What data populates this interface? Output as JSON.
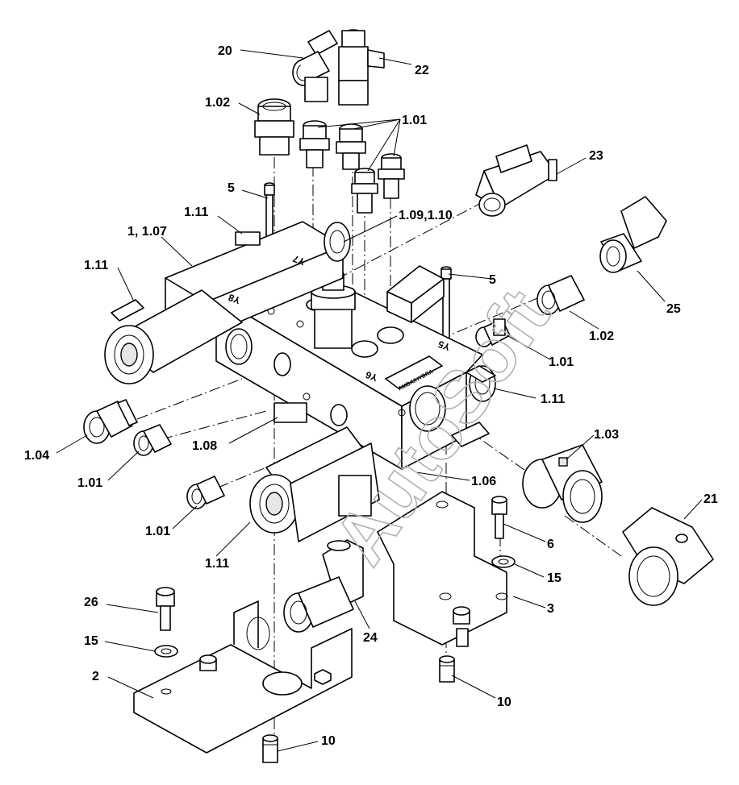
{
  "labels": {
    "l20": "20",
    "l22": "22",
    "l102a": "1.02",
    "l101a": "1.01",
    "l23": "23",
    "l5a": "5",
    "l111a": "1.11",
    "l109": "1.09,1.10",
    "l1": "1, 1.07",
    "l111b": "1.11",
    "l5b": "5",
    "l25": "25",
    "l102b": "1.02",
    "l101b": "1.01",
    "l111c": "1.11",
    "l104": "1.04",
    "l101c": "1.01",
    "l108": "1.08",
    "l103": "1.03",
    "l106": "1.06",
    "l101d": "1.01",
    "l21": "21",
    "l6": "6",
    "l111d": "1.11",
    "l15a": "15",
    "l26": "26",
    "l3": "3",
    "l24": "24",
    "l15b": "15",
    "l2": "2",
    "l10a": "10",
    "l10b": "10"
  },
  "stamps": {
    "y7": "Y7",
    "y8": "Y8",
    "y6": "Y6",
    "y5": "Y5",
    "brand": "AMBA/HYDRA"
  },
  "watermark": "AutoSoft",
  "colors": {
    "line": "#000000",
    "background": "#ffffff",
    "watermark": "#b0b0b0"
  }
}
